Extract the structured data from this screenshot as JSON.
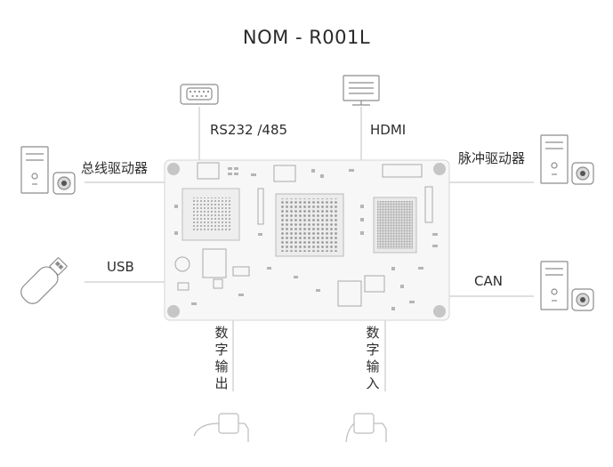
{
  "title": "NOM - R001L",
  "labels": {
    "rs232": "RS232 /485",
    "hdmi": "HDMI",
    "bus_driver": "总线驱动器",
    "pulse_driver": "脉冲驱动器",
    "usb": "USB",
    "can": "CAN",
    "digital_out": "数字输出",
    "digital_in": "数字输入"
  },
  "colors": {
    "line": "#bfbfbf",
    "icon_stroke": "#8c8c8c",
    "board": "#f7f7f7",
    "board_border": "#d4d4d4",
    "mount_hole": "#c6c6c6"
  }
}
